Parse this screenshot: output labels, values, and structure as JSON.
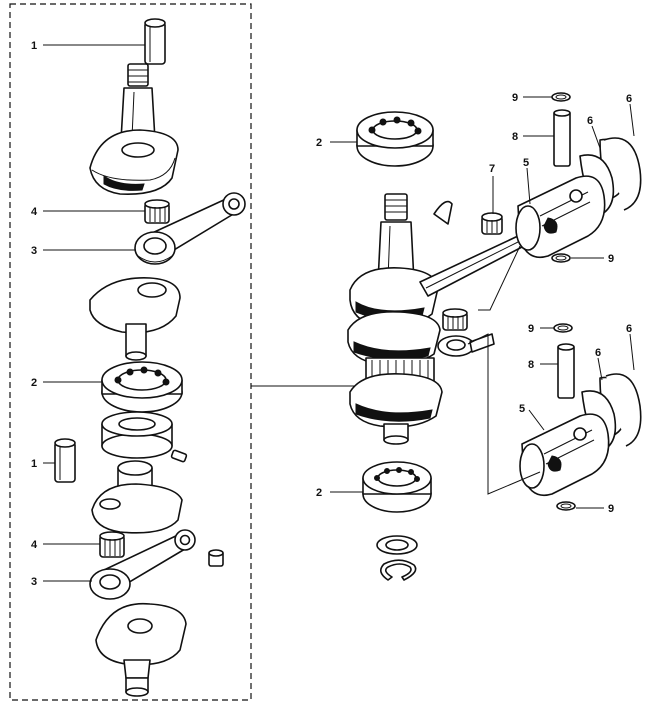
{
  "callouts": {
    "c1a": "1",
    "c4a": "4",
    "c3a": "3",
    "c2a": "2",
    "c1b": "1",
    "c4b": "4",
    "c3b": "3",
    "c2r1": "2",
    "c9r1": "9",
    "c8r1": "8",
    "c6r1": "6",
    "c6r2": "6",
    "c7r": "7",
    "c5r1": "5",
    "c9r2": "9",
    "c9r3": "9",
    "c8r2": "8",
    "c6r3": "6",
    "c6r4": "6",
    "c5r2": "5",
    "c9r4": "9",
    "c2r2": "2"
  }
}
